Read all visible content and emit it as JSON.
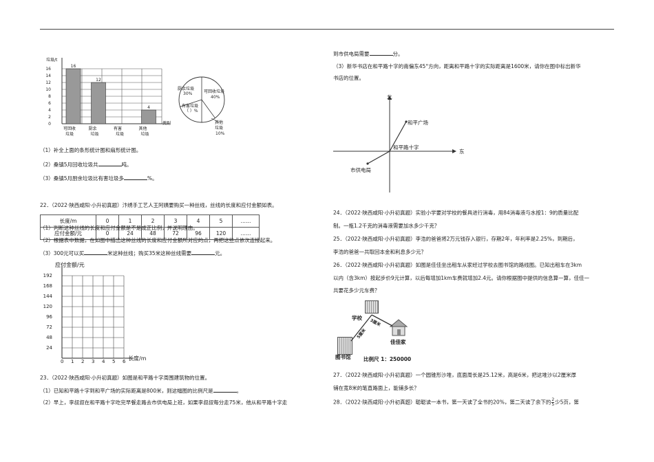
{
  "left_column": {
    "bar_chart": {
      "ylabel": "垃圾/t",
      "xlabel": "类别",
      "yticks": [
        "16",
        "14",
        "12",
        "10",
        "8",
        "6",
        "4",
        "2",
        "0"
      ],
      "categories": [
        "可回收\n垃圾",
        "厨余\n垃圾",
        "有害\n垃圾",
        "其他\n垃圾"
      ],
      "cat_line1": [
        "可回收",
        "厨余",
        "有害",
        "其他"
      ],
      "cat_line2": [
        "垃圾",
        "垃圾",
        "垃圾",
        "垃圾"
      ],
      "values": [
        16,
        12,
        null,
        4
      ],
      "value_labels": [
        "16",
        "12",
        "",
        "4"
      ]
    },
    "pie_chart": {
      "labels": [
        "厨余垃圾",
        "可回收垃圾",
        "有害垃圾",
        "其他垃圾"
      ],
      "pcts": [
        "30%",
        "40%",
        "（ ）%",
        "10%"
      ],
      "values": [
        30,
        40,
        20,
        10
      ]
    },
    "q21": [
      "（1）补全上面的条形统计图和扇形统计图。",
      "（2）桑镇5月回收垃圾共",
      "吨。",
      "（3）桑镇5月厨余垃圾比有害垃圾多",
      "%。"
    ],
    "q22": {
      "title": "22．（2022·陕西咸阳·小升初真题）汴绣手工艺人王阿姨要购买一种丝线，丝线的长度和应付金额如表。",
      "row1_label": "长度/m",
      "row1": [
        "0",
        "1",
        "2",
        "3",
        "4",
        "5",
        "……"
      ],
      "row2_label": "应付金额/元",
      "row2": [
        "0",
        "24",
        "48",
        "72",
        "96",
        "120",
        "……"
      ],
      "q1": "（1）判断这种丝线的长度和应付金额是不是成正比例，并说明理由。",
      "q2": "（2）根据表中数据，在如图中描出这种丝线的长度和应付金额所对应的点，再把这些点依次连接起来。",
      "q3_a": "（3）300元可以买",
      "q3_b": "米这种丝线；购买35米这种丝线需要",
      "q3_c": "元。"
    },
    "grid_chart": {
      "ylabel": "应付金额/元",
      "xlabel": "长度/m",
      "yticks": [
        "192",
        "168",
        "144",
        "120",
        "96",
        "72",
        "48",
        "24"
      ],
      "xticks": [
        "0",
        "1",
        "2",
        "3",
        "4",
        "5",
        "6"
      ]
    },
    "q23": {
      "title": "23．（2022·陕西咸阳·小升初真题）如图是和平路十字周围建筑物的位置。",
      "q1_a": "（1）已知和平路十字到和平广场的实际距离是800米，则这幅图的比例尺是",
      "q1_b": "。",
      "q2": "（2）早上，李叔叔在和平路十字吃完早餐走路去市供电局上班，如果李叔叔每分走75米，他从和平路十字走"
    }
  },
  "right_column": {
    "q23_cont_a": "到市供电局需要",
    "q23_cont_b": "分。",
    "q23_3_line1": "（3）新华书店在和平路十字的南偏东45°方向，距离和平路十字的实际距离是1600米，请你在图中标出新华",
    "q23_3_line2": "书店的位置。",
    "map": {
      "north": "北",
      "east": "东",
      "plaza": "和平广场",
      "cross": "和平路十字",
      "power": "市供电局"
    },
    "q24_line1": "24．（2022·陕西咸阳·小升初真题）实验小学要对学校的餐具进行消毒，用84消毒液与水按1：9的质量比配",
    "q24_line2": "制。一瓶1.2千克的消毒液需要加水多少千克？",
    "q25_line1": "25．（2022·陕西咸阳·小升初真题）李浩的爸爸将2万元钱存入银行，存期2年，年利率是2.25%，到期后，",
    "q25_line2": "李浩的爸爸一共取回本金和利息多少元？",
    "q26_line1": "26．（2022·陕西咸阳·小升初真题）如图是佳佳坐出租车从家经过学校去图书馆的路线图。已知出租车在3km",
    "q26_line2": "以内（含3km）按起步价9元计算，以后每增加1km车费就增加2.4元。请你根据图中提供的信息算一算，佳佳一",
    "q26_line3": "共要花多少元车费？",
    "route": {
      "school": "学校",
      "library": "图书馆",
      "home": "佳佳家",
      "d1": "5厘米",
      "d2": "3厘米",
      "scale": "比例尺 1：250000"
    },
    "q27_line1": "27．（2022·陕西咸阳·小升初真题）一个圆锥形沙堆，底面周长是25.12米，高是6米，把这堆沙以2厘米厚",
    "q27_line2": "铺在宽8米的笔直路面上，能铺多长？",
    "q28_a": "28．（2022·陕西咸阳·小升初真题）聪聪读一本书，第一天读了全书的20%，第二天读了余下的",
    "q28_frac_num": "2",
    "q28_frac_den": "5",
    "q28_b": "少5页，第"
  }
}
